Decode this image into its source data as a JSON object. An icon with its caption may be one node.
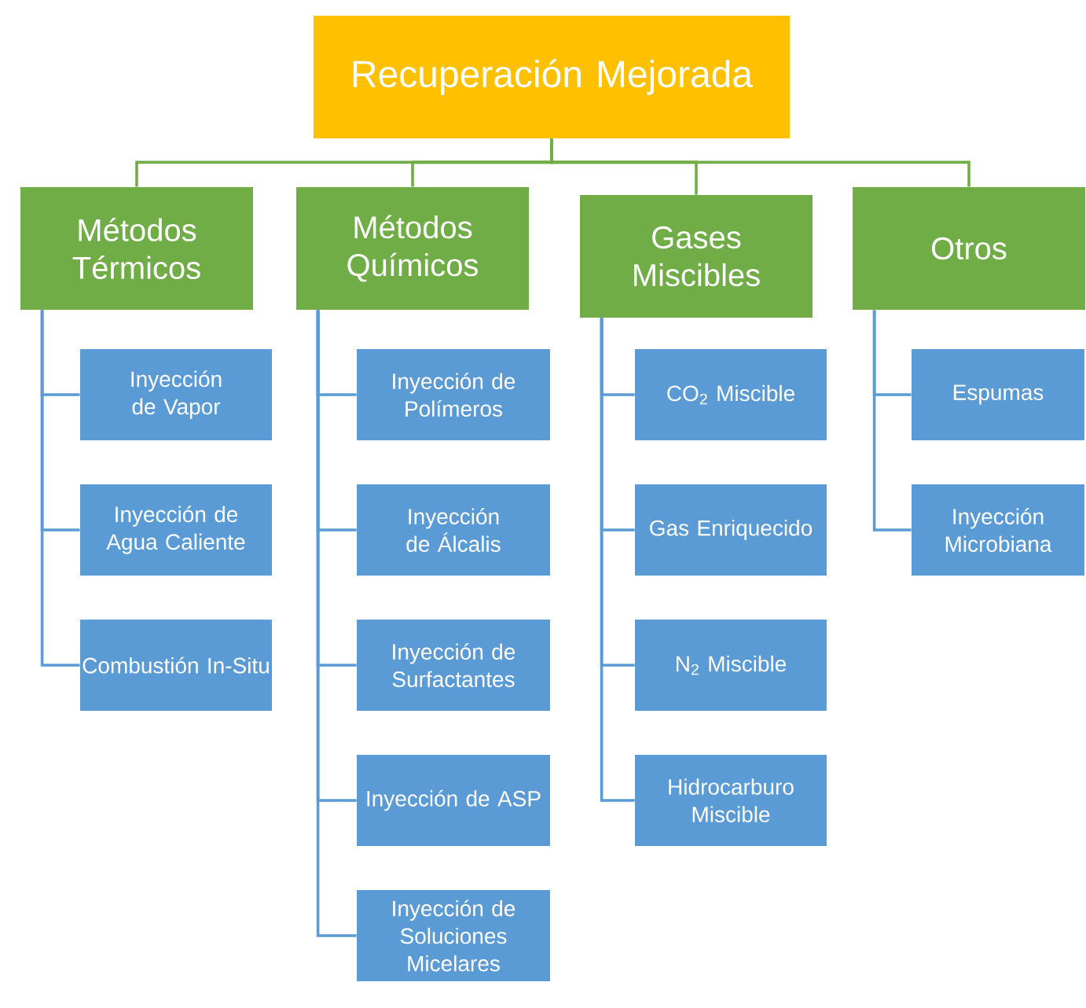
{
  "diagram": {
    "nodes": [
      {
        "text": [
          "Recuperación Mejorada"
        ]
      },
      {
        "text": [
          "Métodos Térmicos"
        ]
      },
      {
        "text": [
          "Métodos Químicos"
        ]
      },
      {
        "text": [
          "Gases Miscibles"
        ]
      },
      {
        "text": [
          "Otros"
        ]
      },
      {
        "text": [
          "Inyección de Vapor"
        ]
      },
      {
        "text": [
          "Inyección de Agua Caliente"
        ]
      },
      {
        "text": [
          "Combustión In-Situ"
        ]
      },
      {
        "text": [
          "Inyección de Polímeros"
        ]
      },
      {
        "text": [
          "Inyección de Álcalis"
        ]
      },
      {
        "text": [
          "Inyección de Surfactantes"
        ]
      },
      {
        "text": [
          "Inyección de ASP"
        ]
      },
      {
        "text": [
          "Inyección de Soluciones Micelares"
        ]
      },
      {
        "text": [
          "CO$_{2}$ Miscible"
        ]
      },
      {
        "text": [
          "Gas Enriquecido"
        ]
      },
      {
        "text": [
          "N$_{2}$ Miscible"
        ]
      },
      {
        "text": [
          "Hidrocarburo Miscible"
        ]
      },
      {
        "text": [
          "Espumas"
        ]
      },
      {
        "text": [
          "Inyección Microbiana"
        ]
      }
    ],
    "edges": [
      {
        "from": 0,
        "to": 1,
        "arrow": "none",
        "color": "#70ad47"
      },
      {
        "from": 0,
        "to": 2,
        "arrow": "none",
        "color": "#70ad47"
      },
      {
        "from": 0,
        "to": 3,
        "arrow": "none",
        "color": "#70ad47"
      },
      {
        "from": 0,
        "to": 4,
        "arrow": "none",
        "color": "#70ad47"
      },
      {
        "from": 1,
        "to": 5,
        "arrow": "none"
      },
      {
        "from": 1,
        "to": 6,
        "arrow": "none"
      },
      {
        "from": 1,
        "to": 7,
        "arrow": "none"
      },
      {
        "from": 2,
        "to": 8,
        "arrow": "none"
      },
      {
        "from": 2,
        "to": 9,
        "arrow": "none"
      },
      {
        "from": 2,
        "to": 10,
        "arrow": "none"
      },
      {
        "from": 2,
        "to": 11,
        "arrow": "none"
      },
      {
        "from": 2,
        "to": 12,
        "arrow": "none"
      },
      {
        "from": 3,
        "to": 13,
        "arrow": "none"
      },
      {
        "from": 3,
        "to": 14,
        "arrow": "none"
      },
      {
        "from": 3,
        "to": 15,
        "arrow": "none"
      },
      {
        "from": 3,
        "to": 16,
        "arrow": "none"
      },
      {
        "from": 4,
        "to": 17,
        "arrow": "none"
      },
      {
        "from": 4,
        "to": 18,
        "arrow": "none"
      }
    ]
  }
}
